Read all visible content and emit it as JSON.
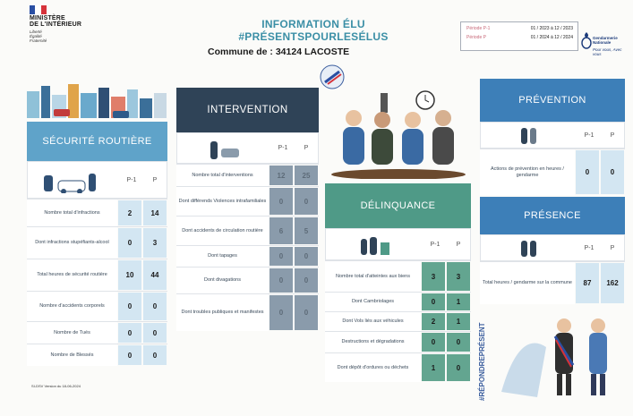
{
  "header": {
    "ministry_line1": "MINISTÈRE",
    "ministry_line2": "DE L'INTÉRIEUR",
    "motto": [
      "Liberté",
      "Égalité",
      "Fraternité"
    ],
    "title_line1": "INFORMATION ÉLU",
    "title_line2": "#PRÉSENTSPOURLESÉLUS",
    "commune": "Commune de : 34124 LACOSTE",
    "period_label_1": "Période P-1",
    "period_value_1": "01 / 2023 à 12 / 2023",
    "period_label_2": "Période P",
    "period_value_2": "01 / 2024 à 12 / 2024",
    "gendarmerie": "Gendarmerie Nationale",
    "gendarmerie_sub": "Pour vous, Avec vous"
  },
  "col_p1": "P-1",
  "col_p": "P",
  "securite": {
    "title": "SÉCURITÉ ROUTIÈRE",
    "rows": [
      {
        "label": "Nombre total d'infractions",
        "p1": "2",
        "p": "14"
      },
      {
        "label": "Dont infractions stupéfiants-alcool",
        "p1": "0",
        "p": "3"
      },
      {
        "label": "Total heures de sécurité routière",
        "p1": "10",
        "p": "44"
      },
      {
        "label": "Nombre d'accidents corporels",
        "p1": "0",
        "p": "0"
      },
      {
        "label": "Nombre de Tués",
        "p1": "0",
        "p": "0"
      },
      {
        "label": "Nombre de Blessés",
        "p1": "0",
        "p": "0"
      }
    ]
  },
  "intervention": {
    "title": "INTERVENTION",
    "rows": [
      {
        "label": "Nombre total d'interventions",
        "p1": "12",
        "p": "25"
      },
      {
        "label": "Dont différends Violences intrafamiliales",
        "p1": "0",
        "p": "0"
      },
      {
        "label": "Dont accidents de circulation routière",
        "p1": "6",
        "p": "5"
      },
      {
        "label": "Dont tapages",
        "p1": "0",
        "p": "0"
      },
      {
        "label": "Dont divagations",
        "p1": "0",
        "p": "0"
      },
      {
        "label": "Dont troubles publiques et manifestes",
        "p1": "0",
        "p": "0"
      }
    ]
  },
  "delinquance": {
    "title": "DÉLINQUANCE",
    "rows": [
      {
        "label": "Nombre total d'atteintes aux biens",
        "p1": "3",
        "p": "3"
      },
      {
        "label": "Dont Cambriolages",
        "p1": "0",
        "p": "1"
      },
      {
        "label": "Dont Vols liés aux véhicules",
        "p1": "2",
        "p": "1"
      },
      {
        "label": "Destructions et dégradations",
        "p1": "0",
        "p": "0"
      },
      {
        "label": "Dont dépôt d'ordures ou déchets",
        "p1": "1",
        "p": "0"
      }
    ]
  },
  "prevention": {
    "title": "PRÉVENTION",
    "rows": [
      {
        "label": "Actions de prévention en heures / gendarme",
        "p1": "0",
        "p": "0"
      }
    ]
  },
  "presence": {
    "title": "PRÉSENCE",
    "rows": [
      {
        "label": "Total heures / gendarme sur la commune",
        "p1": "87",
        "p": "162"
      }
    ]
  },
  "hashtag_vertical": "#RÉPONDREPRÉSENT",
  "footer": "SI-DSV Version du 18-06-2024",
  "colors": {
    "securite_header": "#5fa3c9",
    "intervention_header": "#2f4357",
    "delinquance_header": "#4f9a87",
    "prevention_header": "#3d7fb8",
    "presence_header": "#3d7fb8",
    "securite_cell": "#d3e6f2",
    "intervention_cell": "#8a9bab",
    "delinquance_cell": "#63a590",
    "prevention_cell": "#d3e6f2",
    "title_color": "#3b8fa6"
  }
}
